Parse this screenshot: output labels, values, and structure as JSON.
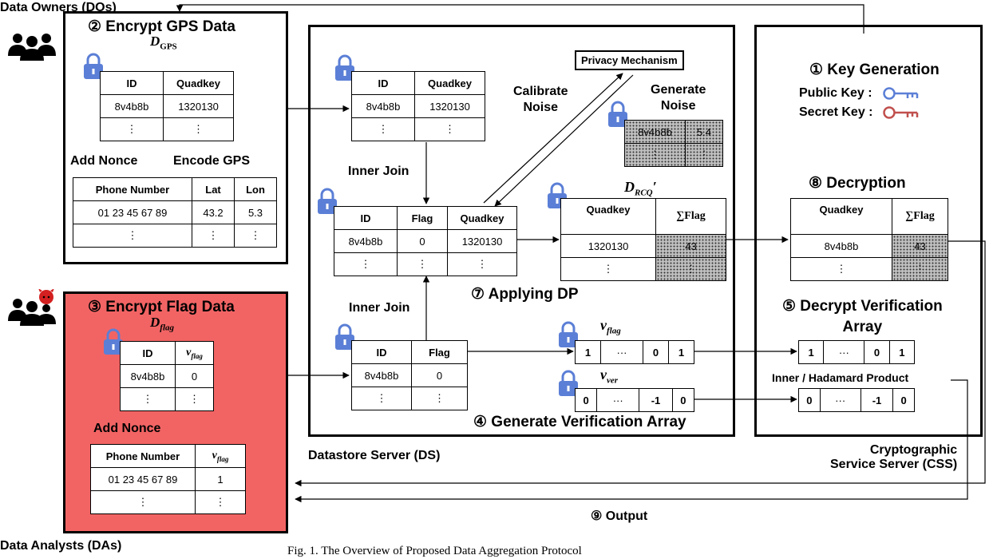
{
  "labels": {
    "data_owners": "Data Owners (DOs)",
    "data_analysts": "Data Analysts (DAs)",
    "datastore_server": "Datastore Server (DS)",
    "css_line1": "Cryptographic",
    "css_line2": "Service Server (CSS)",
    "caption": "Fig. 1.  The Overview of Proposed Data Aggregation Protocol"
  },
  "steps": {
    "s1": "① Key Generation",
    "s2": "② Encrypt GPS Data",
    "s3": "③ Encrypt Flag Data",
    "s4": "④ Generate Verification Array",
    "s5a": "⑤ Decrypt Verification",
    "s5b": "Array",
    "s7": "⑦ Applying DP",
    "s8": "⑧ Decryption",
    "s9": "⑨ Output"
  },
  "keys": {
    "public": "Public Key :",
    "secret": "Secret Key :"
  },
  "arrow_labels": {
    "add_nonce": "Add Nonce",
    "encode_gps": "Encode GPS",
    "add_nonce2": "Add Nonce",
    "inner_join1": "Inner Join",
    "inner_join2": "Inner Join",
    "calibrate1": "Calibrate",
    "calibrate2": "Noise",
    "generate1": "Generate",
    "generate2": "Noise",
    "privacy": "Privacy Mechanism",
    "hadamard": "Inner / Hadamard Product"
  },
  "math": {
    "d_gps": "D",
    "d_gps_sub": "GPS",
    "d_flag": "D",
    "d_flag_sub": "flag",
    "d_rcq": "D",
    "d_rcq_sub": "RCQ",
    "d_rcq_prime": "′",
    "v_flag": "v",
    "v_flag_sub": "flag",
    "v_ver": "v",
    "v_ver_sub": "ver",
    "sum_flag": "∑Flag"
  },
  "tables": {
    "gps": {
      "h": [
        "ID",
        "Quadkey"
      ],
      "r1": [
        "8v4b8b",
        "1320130"
      ],
      "r2": [
        "⋮",
        "⋮"
      ]
    },
    "phone_gps": {
      "h": [
        "Phone Number",
        "Lat",
        "Lon"
      ],
      "r1": [
        "01 23 45 67 89",
        "43.2",
        "5.3"
      ],
      "r2": [
        "⋮",
        "⋮",
        "⋮"
      ]
    },
    "flag_enc": {
      "h": [
        "ID"
      ],
      "r1": [
        "8v4b8b",
        "0"
      ],
      "r2": [
        "⋮",
        "⋮"
      ]
    },
    "phone_flag": {
      "h": [
        "Phone Number"
      ],
      "r1": [
        "01 23 45 67 89",
        "1"
      ],
      "r2": [
        "⋮",
        "⋮"
      ]
    },
    "ds_gps": {
      "h": [
        "ID",
        "Quadkey"
      ],
      "r1": [
        "8v4b8b",
        "1320130"
      ],
      "r2": [
        "⋮",
        "⋮"
      ]
    },
    "ds_join": {
      "h": [
        "ID",
        "Flag",
        "Quadkey"
      ],
      "r1": [
        "8v4b8b",
        "0",
        "1320130"
      ],
      "r2": [
        "⋮",
        "⋮",
        "⋮"
      ]
    },
    "ds_flag": {
      "h": [
        "ID",
        "Flag"
      ],
      "r1": [
        "8v4b8b",
        "0"
      ],
      "r2": [
        "⋮",
        "⋮"
      ]
    },
    "noise": {
      "r1": [
        "8v4b8b",
        "5.4"
      ],
      "r2": [
        "⋮",
        "⋮"
      ]
    },
    "rcq": {
      "h": [
        "Quadkey"
      ],
      "r1": [
        "1320130",
        "43"
      ],
      "r2": [
        "⋮",
        "⋮"
      ]
    },
    "dec": {
      "h": [
        "Quadkey"
      ],
      "r1": [
        "8v4b8b",
        "43"
      ],
      "r2": [
        "⋮",
        "⋮"
      ]
    }
  },
  "arrays": {
    "v_flag": [
      "1",
      "···",
      "0",
      "1"
    ],
    "v_ver": [
      "0",
      "···",
      "-1",
      "0"
    ],
    "dec_flag": [
      "1",
      "···",
      "0",
      "1"
    ],
    "dec_ver": [
      "0",
      "···",
      "-1",
      "0"
    ]
  },
  "colors": {
    "red_panel": "#f26464",
    "lock": "#5b7fd6",
    "public_key": "#5b7fd6",
    "secret_key": "#c0504d"
  }
}
